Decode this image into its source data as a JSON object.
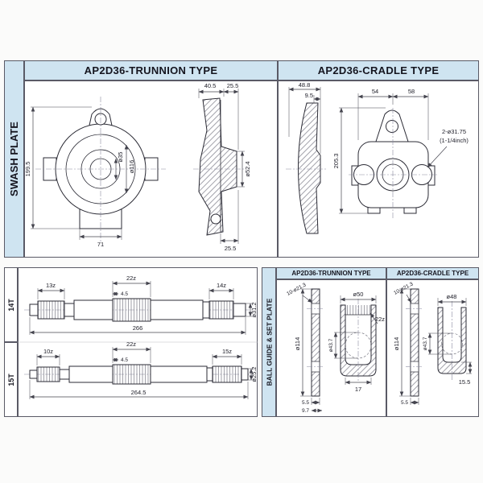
{
  "colors": {
    "header_bg": "#cfe4f1",
    "line": "#2b2b35",
    "panel_border": "#5a5a66",
    "page_bg": "#fbfbfa"
  },
  "swash_plate": {
    "section_label": "SWASH PLATE",
    "trunnion": {
      "header": "AP2D36-TRUNNION TYPE",
      "dim_total_height": "199.5",
      "dim_boss_width": "71",
      "dim_bore": "ø35",
      "dim_face_dia": "ø116",
      "dim_side_width": "40.5",
      "dim_side_offset": "25.5",
      "dim_hub_dia": "ø52.4",
      "dim_side_bottom": "25.5"
    },
    "cradle": {
      "header": "AP2D36-CRADLE TYPE",
      "dim_side_width": "48.8",
      "dim_side_step": "9.5",
      "dim_top_left": "54",
      "dim_top_right": "58",
      "dim_total_height": "205.3",
      "hole_note_line1": "2-ø31.75",
      "hole_note_line2": "(1-1/4inch)"
    }
  },
  "shafts": {
    "row_14t": {
      "label": "14T",
      "spline_left": "13z",
      "spline_mid": "22z",
      "groove_width": "4.5",
      "spline_right": "14z",
      "length": "266",
      "diameter": "ø31.2"
    },
    "row_15t": {
      "label": "15T",
      "spline_left": "10z",
      "spline_mid": "22z",
      "groove_width": "4.5",
      "spline_right": "15z",
      "length": "264.5",
      "diameter": "ø25.2"
    }
  },
  "ball_guide": {
    "section_label": "BALL GUIDE & SET PLATE",
    "trunnion": {
      "header": "AP2D36-TRUNNION TYPE",
      "holes": "10-ø21.3",
      "plate_dia": "ø114",
      "guide_dia": "ø50",
      "seat_dia": "ø43.7",
      "spline": "22z",
      "guide_height": "17",
      "plate_thickness": "5.5",
      "flange_thickness": "9.7"
    },
    "cradle": {
      "header": "AP2D36-CRADLE TYPE",
      "holes": "10-ø21.3",
      "plate_dia": "ø114",
      "guide_dia": "ø48",
      "seat_dia": "ø43.7",
      "guide_height": "15.5",
      "plate_thickness": "5.5"
    }
  }
}
